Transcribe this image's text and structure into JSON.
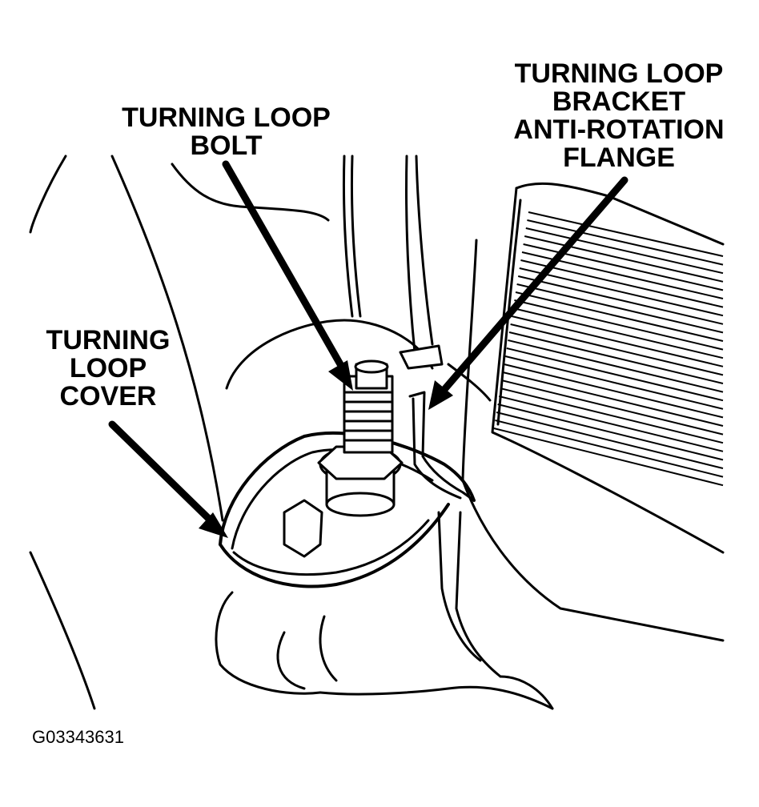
{
  "callouts": {
    "bolt": [
      "TURNING LOOP",
      "BOLT"
    ],
    "flange": [
      "TURNING LOOP",
      "BRACKET",
      "ANTI-ROTATION",
      "FLANGE"
    ],
    "cover": [
      "TURNING",
      "LOOP",
      "COVER"
    ]
  },
  "figure_code": "G03343631"
}
